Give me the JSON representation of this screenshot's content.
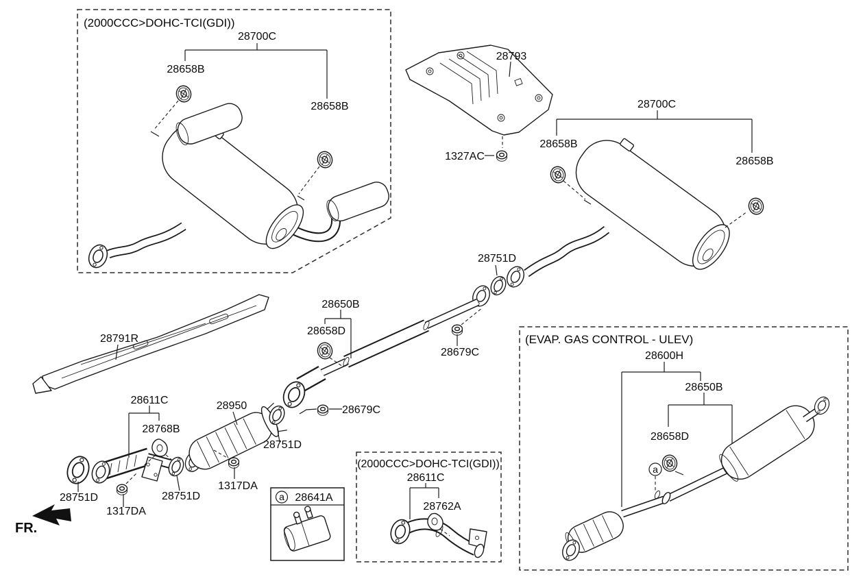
{
  "colors": {
    "ink": "#1a1a1a",
    "background": "#ffffff"
  },
  "boxes": {
    "top_left": {
      "title": "(2000CCC>DOHC-TCI(GDI))"
    },
    "bottom_variant": {
      "title": "(2000CCC>DOHC-TCI(GDI))"
    },
    "evap": {
      "title": "(EVAP. GAS CONTROL - ULEV)"
    },
    "callout_a": {
      "marker": "a",
      "part_number": "28641A"
    }
  },
  "fr": {
    "label": "FR."
  },
  "parts": {
    "tl_assembly": "28700C",
    "tl_hanger_a": "28658B",
    "tl_hanger_b": "28658B",
    "shield_rear": "28793",
    "shield_nut": "1327AC",
    "tr_assembly": "28700C",
    "tr_hanger_a": "28658B",
    "tr_hanger_b": "28658B",
    "gasket_upper": "28751D",
    "center_assembly": "28650B",
    "center_hanger": "28658D",
    "nut_upper": "28679C",
    "shield_front": "28791R",
    "front_pipe": "28611C",
    "front_hanger": "28768B",
    "catalytic": "28950",
    "gasket_cat": "28751D",
    "nut_lower": "28679C",
    "flange_front": "28751D",
    "nut_front": "1317DA",
    "gasket_mid_front": "28751D",
    "nut_cat": "1317DA",
    "variant_pipe": "28611C",
    "variant_hanger": "28762A",
    "evap_assembly": "28600H",
    "evap_center": "28650B",
    "evap_hanger": "28658D",
    "evap_marker": "a"
  }
}
